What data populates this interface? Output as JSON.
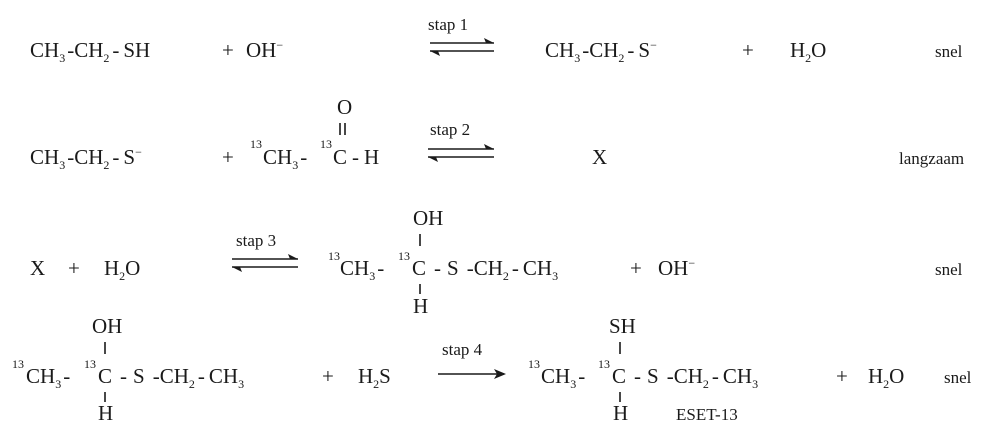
{
  "colors": {
    "ink": "#1a1a1a",
    "background": "#ffffff"
  },
  "steps": [
    {
      "label": "stap 1",
      "arrow": "equilibrium",
      "speed": "snel",
      "reactants": [
        "CH3-CH2-SH",
        "OH-"
      ],
      "products": [
        "CH3-CH2-S-",
        "H2O"
      ]
    },
    {
      "label": "stap 2",
      "arrow": "equilibrium",
      "speed": "langzaam",
      "reactants": [
        "CH3-CH2-S-",
        "13CH3-13C(=O)-H"
      ],
      "products": [
        "X"
      ]
    },
    {
      "label": "stap 3",
      "arrow": "equilibrium",
      "speed": "snel",
      "reactants": [
        "X",
        "H2O"
      ],
      "products": [
        "13CH3-13CH(OH)-S-CH2-CH3",
        "OH-"
      ]
    },
    {
      "label": "stap 4",
      "arrow": "forward",
      "speed": "snel",
      "reactants": [
        "13CH3-13CH(OH)-S-CH2-CH3",
        "H2S"
      ],
      "products": [
        "13CH3-13CH(SH)-S-CH2-CH3",
        "H2O"
      ],
      "product_name": "ESET-13"
    }
  ],
  "glyphs": {
    "CH": "CH",
    "C": "C",
    "H": "H",
    "O": "O",
    "OH": "OH",
    "SH": "SH",
    "S": "S",
    "X": "X",
    "sub2": "2",
    "sub3": "3",
    "minus": "−",
    "plus": "+",
    "dash": "-",
    "iso13": "13",
    "S_minus": "S",
    "OH_minus": "OH",
    "H2O_H": "H",
    "H2O_O": "O",
    "H2S_H": "H",
    "H2S_S": "S"
  }
}
